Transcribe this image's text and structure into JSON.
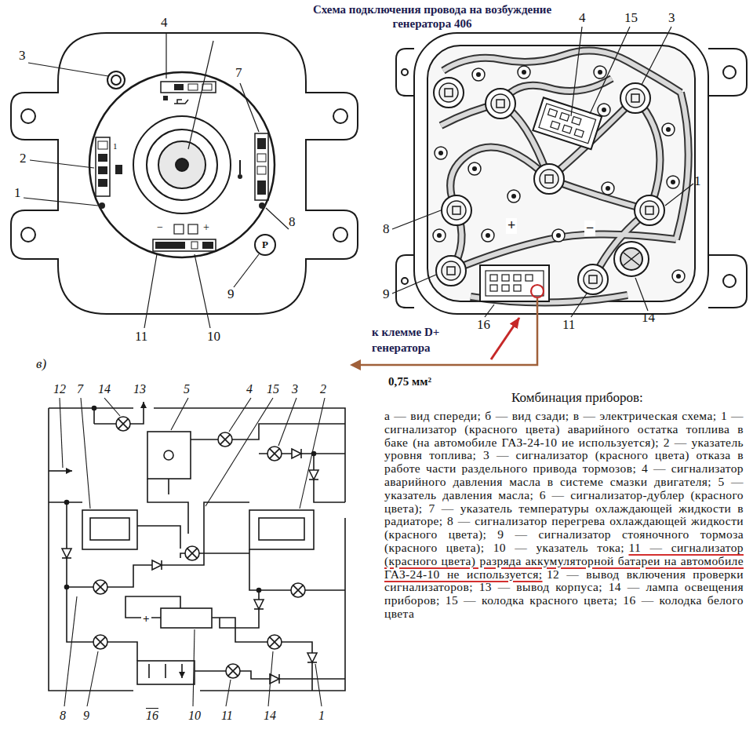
{
  "diagram": {
    "title": "Схема подключения провода на возбуждение генератора 406",
    "caption": "Комбинация приборов:",
    "labels": [
      "4",
      "3",
      "2",
      "1",
      "7",
      "8",
      "9",
      "11",
      "10",
      "1",
      "P",
      "−",
      "+",
      "4",
      "15",
      "3",
      "1",
      "8",
      "9",
      "16",
      "11",
      "14",
      "+",
      "−",
      "к клемме D+ генератора",
      "0,75 мм²",
      "в)",
      "12",
      "7",
      "14",
      "13",
      "5",
      "4",
      "15",
      "3",
      "2",
      "8",
      "9",
      "16",
      "10",
      "11",
      "14",
      "1",
      "+",
      "а — вид спереди; б — вид сзади; в — электрическая схема;",
      "1 — сигнализатор (красного цвета) аварийного остатка топлива в баке (на автомобиле ГАЗ-24-10 ие используется); 2 — указатель уровня топлива; 3 — сигнализатор (красного цвета) отказа в работе части раздельного привода тормозов; 4 — сигнализатор аварийного давления масла в системе смазки двигателя; 5 — указатель давления масла; 6 — сигнализатор-дублер (красного цвета); 7 — указатель температуры охлаждающей жидкости в радиаторе; 8 — сигнализатор перегрева охлаждающей жидкости (красного цвета); 9 — сигнализатор стояночного тормоза (красного цвета); 10 — указатель тока;",
      "11 — сигнализатор (красного цвета) разряда аккумуляторной батареи на автомобиле ГАЗ-24-10 не используется;",
      "12 — вывод включения проверки сигнализаторов; 13 — вывод корпуса; 14 — лампа освещения приборов; 15 — колодка красного цвета; 16 — колодка белого цвета"
    ]
  }
}
